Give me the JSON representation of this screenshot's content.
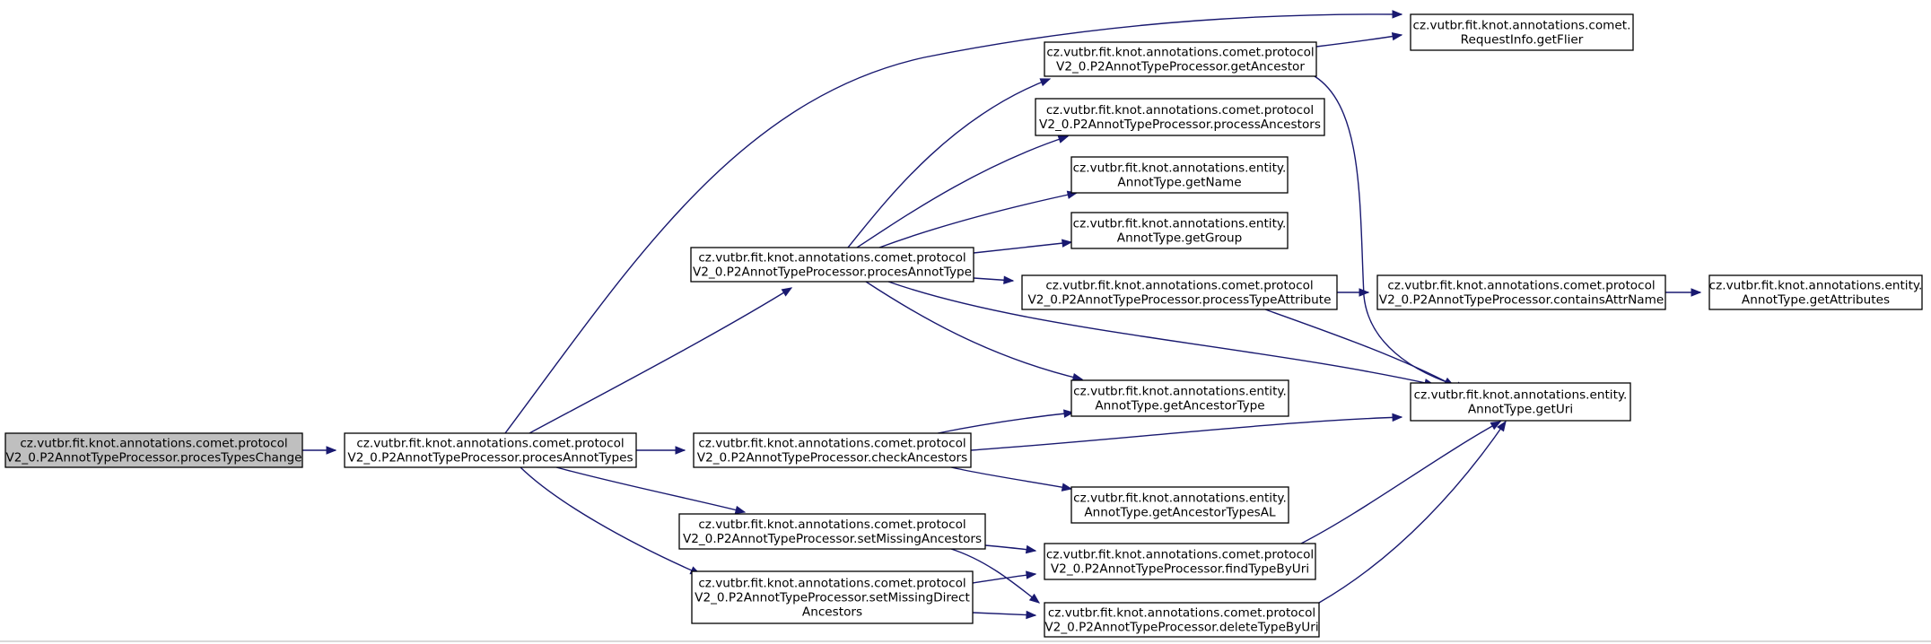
{
  "graph": {
    "title": "",
    "nodes": [
      {
        "id": "n0",
        "root": true,
        "lines": [
          "cz.vutbr.fit.knot.annotations.comet.protocol",
          "V2_0.P2AnnotTypeProcessor.procesTypesChange"
        ]
      },
      {
        "id": "n1",
        "lines": [
          "cz.vutbr.fit.knot.annotations.comet.protocol",
          "V2_0.P2AnnotTypeProcessor.procesAnnotTypes"
        ]
      },
      {
        "id": "n2",
        "lines": [
          "cz.vutbr.fit.knot.annotations.comet.",
          "RequestInfo.getFlier"
        ]
      },
      {
        "id": "n3",
        "lines": [
          "cz.vutbr.fit.knot.annotations.comet.protocol",
          "V2_0.P2AnnotTypeProcessor.procesAnnotType"
        ]
      },
      {
        "id": "n4",
        "lines": [
          "cz.vutbr.fit.knot.annotations.comet.protocol",
          "V2_0.P2AnnotTypeProcessor.checkAncestors"
        ]
      },
      {
        "id": "n5",
        "lines": [
          "cz.vutbr.fit.knot.annotations.comet.protocol",
          "V2_0.P2AnnotTypeProcessor.setMissingAncestors"
        ]
      },
      {
        "id": "n6",
        "lines": [
          "cz.vutbr.fit.knot.annotations.comet.protocol",
          "V2_0.P2AnnotTypeProcessor.setMissingDirect",
          "Ancestors"
        ]
      },
      {
        "id": "n7",
        "lines": [
          "cz.vutbr.fit.knot.annotations.comet.protocol",
          "V2_0.P2AnnotTypeProcessor.getAncestor"
        ]
      },
      {
        "id": "n8",
        "lines": [
          "cz.vutbr.fit.knot.annotations.comet.protocol",
          "V2_0.P2AnnotTypeProcessor.processAncestors"
        ]
      },
      {
        "id": "n9",
        "lines": [
          "cz.vutbr.fit.knot.annotations.entity.",
          "AnnotType.getName"
        ]
      },
      {
        "id": "n10",
        "lines": [
          "cz.vutbr.fit.knot.annotations.entity.",
          "AnnotType.getGroup"
        ]
      },
      {
        "id": "n11",
        "lines": [
          "cz.vutbr.fit.knot.annotations.comet.protocol",
          "V2_0.P2AnnotTypeProcessor.processTypeAttribute"
        ]
      },
      {
        "id": "n12",
        "lines": [
          "cz.vutbr.fit.knot.annotations.entity.",
          "AnnotType.getAncestorType"
        ]
      },
      {
        "id": "n13",
        "lines": [
          "cz.vutbr.fit.knot.annotations.entity.",
          "AnnotType.getUri"
        ]
      },
      {
        "id": "n14",
        "lines": [
          "cz.vutbr.fit.knot.annotations.entity.",
          "AnnotType.getAncestorTypesAL"
        ]
      },
      {
        "id": "n15",
        "lines": [
          "cz.vutbr.fit.knot.annotations.comet.protocol",
          "V2_0.P2AnnotTypeProcessor.findTypeByUri"
        ]
      },
      {
        "id": "n16",
        "lines": [
          "cz.vutbr.fit.knot.annotations.comet.protocol",
          "V2_0.P2AnnotTypeProcessor.deleteTypeByUri"
        ]
      },
      {
        "id": "n17",
        "lines": [
          "cz.vutbr.fit.knot.annotations.comet.protocol",
          "V2_0.P2AnnotTypeProcessor.containsAttrName"
        ]
      },
      {
        "id": "n18",
        "lines": [
          "cz.vutbr.fit.knot.annotations.entity.",
          "AnnotType.getAttributes"
        ]
      }
    ],
    "edges": [
      {
        "from": "n0",
        "to": "n1"
      },
      {
        "from": "n1",
        "to": "n2"
      },
      {
        "from": "n1",
        "to": "n3"
      },
      {
        "from": "n1",
        "to": "n4"
      },
      {
        "from": "n1",
        "to": "n5"
      },
      {
        "from": "n1",
        "to": "n6"
      },
      {
        "from": "n3",
        "to": "n7"
      },
      {
        "from": "n3",
        "to": "n8"
      },
      {
        "from": "n3",
        "to": "n9"
      },
      {
        "from": "n3",
        "to": "n10"
      },
      {
        "from": "n3",
        "to": "n11"
      },
      {
        "from": "n3",
        "to": "n12"
      },
      {
        "from": "n3",
        "to": "n13"
      },
      {
        "from": "n7",
        "to": "n2"
      },
      {
        "from": "n7",
        "to": "n13"
      },
      {
        "from": "n11",
        "to": "n17"
      },
      {
        "from": "n11",
        "to": "n13"
      },
      {
        "from": "n17",
        "to": "n18"
      },
      {
        "from": "n4",
        "to": "n12"
      },
      {
        "from": "n4",
        "to": "n13"
      },
      {
        "from": "n4",
        "to": "n14"
      },
      {
        "from": "n5",
        "to": "n15"
      },
      {
        "from": "n5",
        "to": "n16"
      },
      {
        "from": "n6",
        "to": "n15"
      },
      {
        "from": "n6",
        "to": "n16"
      },
      {
        "from": "n15",
        "to": "n13"
      },
      {
        "from": "n16",
        "to": "n13"
      }
    ]
  },
  "colors": {
    "edge": "#191970",
    "root_fill": "#bfbfbf",
    "node_fill": "#ffffff",
    "node_border": "#000000"
  }
}
